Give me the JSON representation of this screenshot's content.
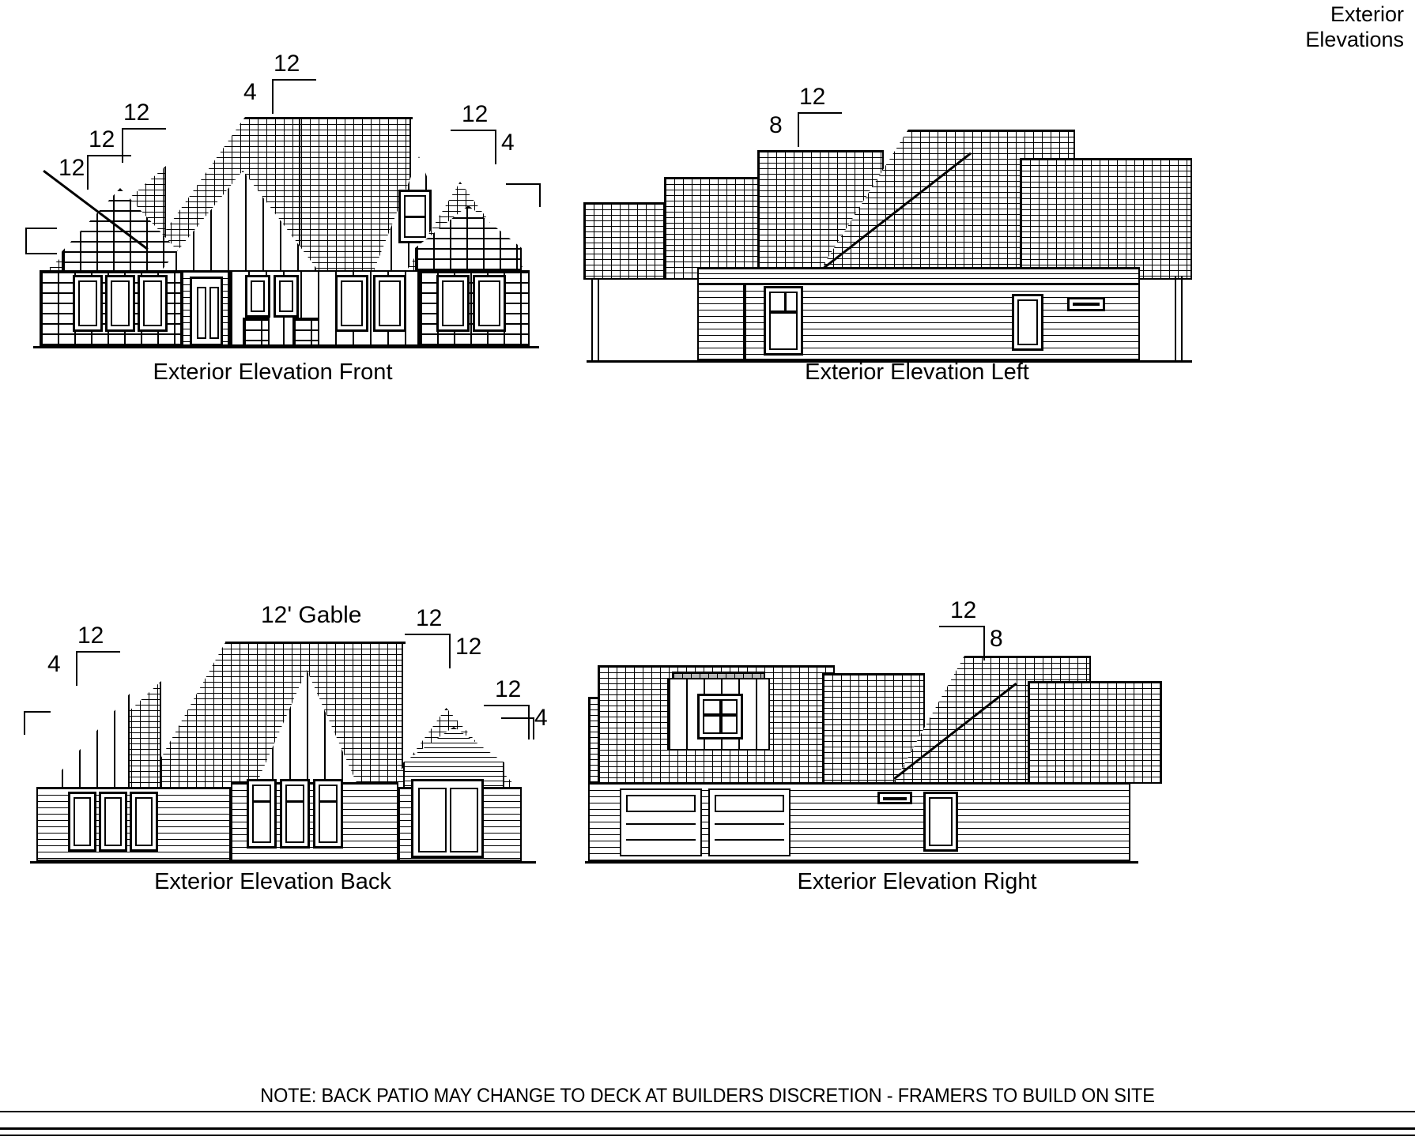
{
  "title_block": {
    "line1": "Exterior",
    "line2": "Elevations"
  },
  "elevations": [
    {
      "id": "front",
      "caption": "Exterior Elevation Front"
    },
    {
      "id": "left",
      "caption": "Exterior Elevation Left"
    },
    {
      "id": "back",
      "caption": "Exterior Elevation Back"
    },
    {
      "id": "right",
      "caption": "Exterior Elevation Right"
    }
  ],
  "pitch_annotations": {
    "front": [
      {
        "name": "front-left-outer",
        "run": "12",
        "rise": "12"
      },
      {
        "name": "front-left-inner",
        "run": "12",
        "rise": "12"
      },
      {
        "name": "front-center",
        "run": "12",
        "rise": "4"
      },
      {
        "name": "front-right",
        "run": "12",
        "rise": "4"
      }
    ],
    "left": [
      {
        "name": "left-main",
        "run": "12",
        "rise": "8"
      }
    ],
    "back": [
      {
        "name": "back-left",
        "run": "12",
        "rise": "4"
      },
      {
        "name": "back-center-right",
        "run": "12",
        "rise": "12"
      },
      {
        "name": "back-right",
        "run": "12",
        "rise": "4"
      }
    ],
    "right": [
      {
        "name": "right-main",
        "run": "12",
        "rise": "8"
      }
    ]
  },
  "gable_note": "12' Gable",
  "bottom_note": "NOTE: BACK PATIO MAY CHANGE TO DECK AT BUILDERS DISCRETION - FRAMERS TO BUILD ON SITE",
  "colors": {
    "line": "#000000",
    "paper": "#ffffff",
    "shade": "#b9b9b9"
  }
}
